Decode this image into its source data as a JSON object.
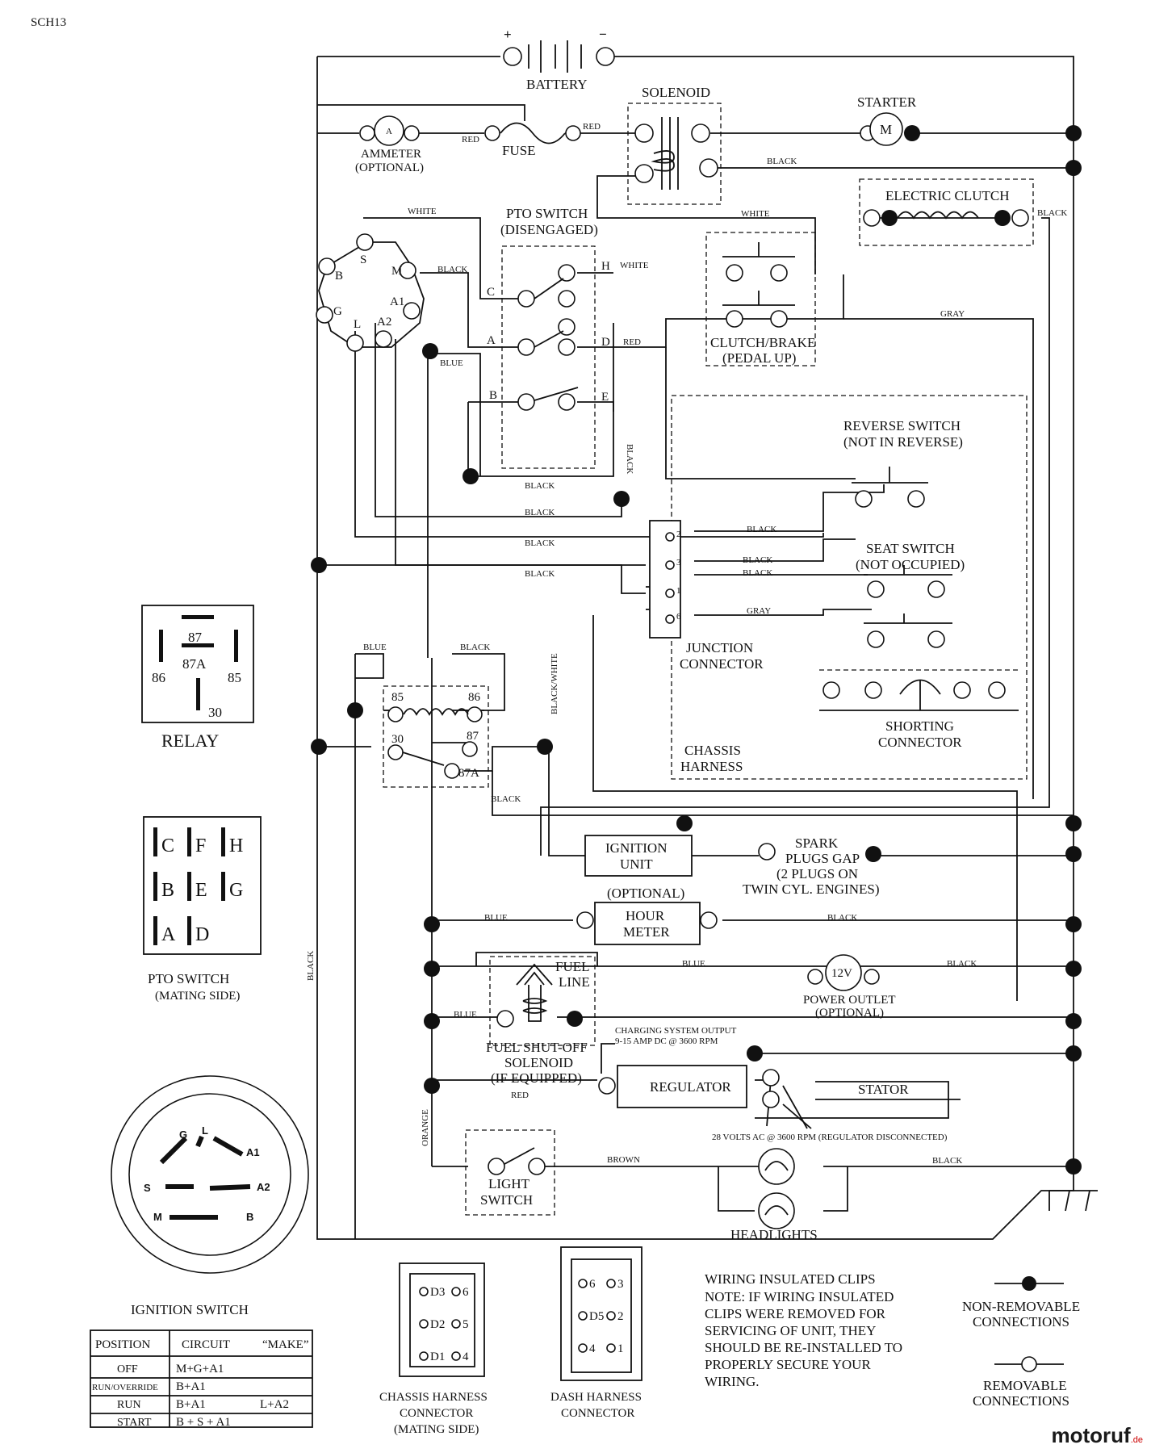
{
  "page_code": "SCH13",
  "components": {
    "battery": "BATTERY",
    "battery_plus": "+",
    "battery_minus": "−",
    "solenoid": "SOLENOID",
    "starter": "STARTER",
    "starter_symbol": "M",
    "ammeter": "AMMETER",
    "ammeter_note": "(OPTIONAL)",
    "ammeter_symbol": "A",
    "fuse": "FUSE",
    "electric_clutch": "ELECTRIC CLUTCH",
    "pto_switch_line1": "PTO SWITCH",
    "pto_switch_line2": "(DISENGAGED)",
    "clutch_brake_line1": "CLUTCH/BRAKE",
    "clutch_brake_line2": "(PEDAL UP)",
    "reverse_switch_line1": "REVERSE SWITCH",
    "reverse_switch_line2": "(NOT IN REVERSE)",
    "seat_switch_line1": "SEAT SWITCH",
    "seat_switch_line2": "(NOT OCCUPIED)",
    "junction_line1": "JUNCTION",
    "junction_line2": "CONNECTOR",
    "shorting_line1": "SHORTING",
    "shorting_line2": "CONNECTOR",
    "chassis_line1": "CHASSIS",
    "chassis_line2": "HARNESS",
    "ignition_unit_line1": "IGNITION",
    "ignition_unit_line2": "UNIT",
    "spark_line1": "SPARK",
    "spark_line2": "PLUGS GAP",
    "spark_line3": "(2 PLUGS ON",
    "spark_line4": "TWIN CYL. ENGINES)",
    "hour_meter_note": "(OPTIONAL)",
    "hour_meter_line1": "HOUR",
    "hour_meter_line2": "METER",
    "power_outlet_line1": "POWER OUTLET",
    "power_outlet_line2": "(OPTIONAL)",
    "power_outlet_symbol": "12V",
    "fuel_line1": "FUEL",
    "fuel_line2": "LINE",
    "fuel_solenoid_line1": "FUEL SHUT-OFF",
    "fuel_solenoid_line2": "SOLENOID",
    "fuel_solenoid_line3": "(IF EQUIPPED)",
    "charging_line1": "CHARGING SYSTEM OUTPUT",
    "charging_line2": "9-15 AMP DC @ 3600 RPM",
    "regulator": "REGULATOR",
    "stator": "STATOR",
    "stator_note": "28 VOLTS AC @ 3600 RPM (REGULATOR DISCONNECTED)",
    "light_switch_line1": "LIGHT",
    "light_switch_line2": "SWITCH",
    "headlights": "HEADLIGHTS",
    "relay": "RELAY",
    "pto_mating_line1": "PTO SWITCH",
    "pto_mating_line2": "(MATING SIDE)",
    "ignition_switch": "IGNITION SWITCH",
    "chassis_conn_line1": "CHASSIS HARNESS",
    "chassis_conn_line2": "CONNECTOR",
    "chassis_conn_line3": "(MATING SIDE)",
    "dash_conn_line1": "DASH HARNESS",
    "dash_conn_line2": "CONNECTOR"
  },
  "wire_colors": {
    "red": "RED",
    "black": "BLACK",
    "white": "WHITE",
    "blue": "BLUE",
    "gray": "GRAY",
    "brown": "BROWN",
    "orange": "ORANGE",
    "black_white": "BLACK/WHITE"
  },
  "pto_terminals": [
    "A",
    "B",
    "C",
    "D",
    "E",
    "H"
  ],
  "ignition_terminals": [
    "B",
    "S",
    "M",
    "A1",
    "G",
    "L",
    "A2"
  ],
  "junction_pins": [
    "2",
    "3",
    "1",
    "6"
  ],
  "relay_terminals": [
    "87",
    "87A",
    "86",
    "85",
    "30"
  ],
  "pto_mating_grid": [
    [
      "C",
      "F",
      "H"
    ],
    [
      "B",
      "E",
      "G"
    ],
    [
      "A",
      "D",
      ""
    ]
  ],
  "ignition_table": {
    "headers": [
      "POSITION",
      "CIRCUIT",
      "“MAKE”"
    ],
    "rows": [
      [
        "OFF",
        "M+G+A1",
        ""
      ],
      [
        "RUN/OVERRIDE",
        "B+A1",
        ""
      ],
      [
        "RUN",
        "B+A1",
        "L+A2"
      ],
      [
        "START",
        "B + S + A1",
        ""
      ]
    ]
  },
  "note": {
    "title": "WIRING INSULATED CLIPS",
    "lines": [
      "NOTE:  IF WIRING INSULATED",
      "CLIPS WERE REMOVED FOR",
      "SERVICING OF UNIT, THEY",
      "SHOULD BE RE-INSTALLED TO",
      "PROPERLY SECURE YOUR",
      "WIRING."
    ]
  },
  "legend": {
    "non_removable_line1": "NON-REMOVABLE",
    "non_removable_line2": "CONNECTIONS",
    "removable_line1": "REMOVABLE",
    "removable_line2": "CONNECTIONS"
  },
  "chassis_pins": [
    "D3",
    "6",
    "D2",
    "5",
    "D1",
    "4"
  ],
  "dash_pins": [
    "6",
    "3",
    "D5",
    "2",
    "4",
    "1"
  ],
  "watermark": "motoruf",
  "watermark_suffix": ".de"
}
